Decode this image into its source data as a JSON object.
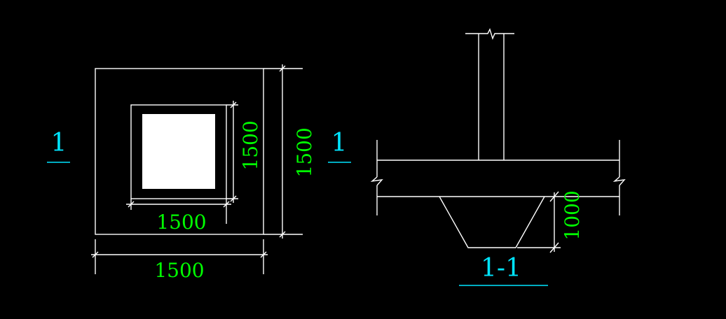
{
  "colors": {
    "background": "#000000",
    "linework": "#ffffff",
    "dimension_text": "#00ff00",
    "section_label": "#00e5ff"
  },
  "plan_view": {
    "section_mark_left": "1",
    "section_mark_right": "1",
    "dim_inner_width": "1500",
    "dim_inner_height": "1500",
    "dim_outer_width": "1500",
    "dim_outer_height": "1500"
  },
  "section_view": {
    "dim_depth": "1000",
    "title": "1-1"
  }
}
